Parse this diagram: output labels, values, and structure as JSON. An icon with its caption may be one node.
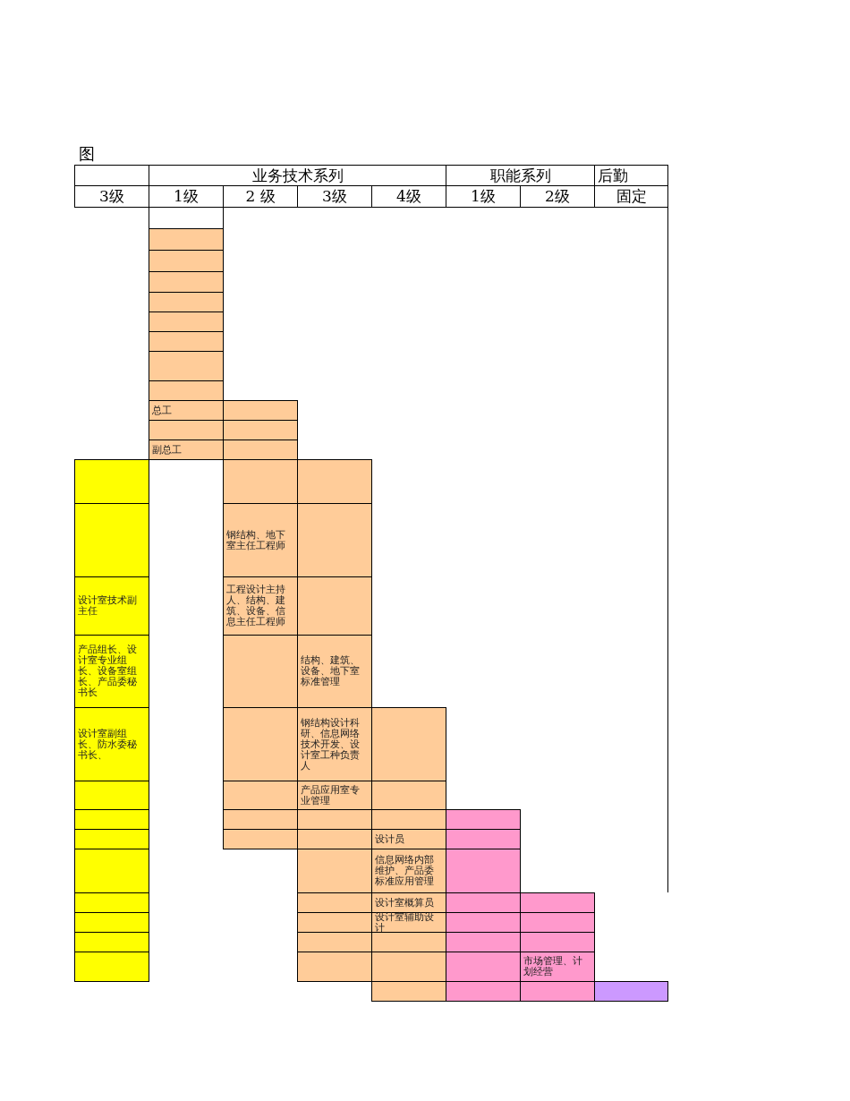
{
  "diagram": {
    "title": "图",
    "labels": [
      "业务技术系列",
      "职能系列",
      "后勤",
      "3级",
      "1级",
      "2 级",
      "3级",
      "4级",
      "1级",
      "2级",
      "固定",
      "总工",
      "副总工",
      "钢结构、地下室主任工程师",
      "设计室技术副主任",
      "工程设计主持人、结构、建筑、设备、信息主任工程师",
      "产品组长、设计室专业组长、设备室组长、产品委秘书长",
      "结构、建筑、设备、地下室标准管理",
      "设计室副组长、防水委秘书长、",
      "钢结构设计科研、信息网络技术开发、设计室工种负责人",
      "产品应用室专业管理",
      "设计员",
      "信息网络内部维护、产品委标准应用管理",
      "设计室概算员",
      "设计室辅助设计",
      "市场管理、计划经营"
    ]
  }
}
